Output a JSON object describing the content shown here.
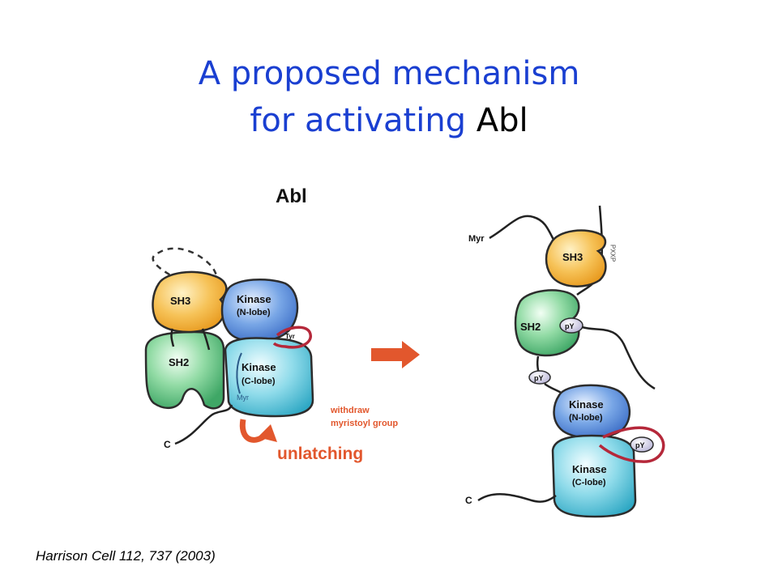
{
  "title": {
    "line1": "A proposed mechanism",
    "line2_part1": "for activating ",
    "line2_part2": "Abl"
  },
  "left_panel": {
    "heading": "Abl",
    "sh3": "SH3",
    "sh2": "SH2",
    "kinase": "Kinase",
    "n_lobe": "(N-lobe)",
    "c_lobe": "(C-lobe)",
    "tyr": "Tyr",
    "myr": "Myr",
    "c_terminus": "C",
    "withdraw_line1": "withdraw",
    "withdraw_line2": "myristoyl group",
    "unlatching": "unlatching"
  },
  "right_panel": {
    "myr": "Myr",
    "sh3": "SH3",
    "sh2": "SH2",
    "pxxp": "PXXP",
    "py": "pY",
    "kinase": "Kinase",
    "n_lobe": "(N-lobe)",
    "c_lobe": "(C-lobe)",
    "c_terminus": "C"
  },
  "citation": "Harrison Cell 112, 737 (2003)",
  "colors": {
    "title_blue": "#1a3fd1",
    "sh3_orange": "#f4b23c",
    "sh2_green": "#6cc98a",
    "kinase_n_blue": "#4f86d6",
    "kinase_c_cyan": "#5cc6dc",
    "arrow_red": "#e2572d",
    "loop_red": "#b5283a"
  }
}
